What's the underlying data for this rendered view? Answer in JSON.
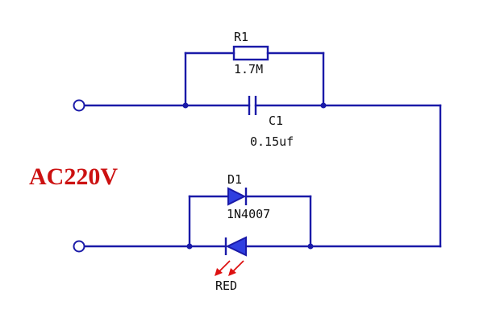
{
  "source_label": "AC220V",
  "R1": {
    "designator": "R1",
    "value": "1.7M"
  },
  "C1": {
    "designator": "C1",
    "value": "0.15uf"
  },
  "D1": {
    "designator": "D1",
    "part": "1N4007"
  },
  "LED": {
    "color_label": "RED"
  },
  "colors": {
    "wire": "#1a1aa8",
    "source_label": "#cc1111",
    "led_emission": "#dd1111"
  }
}
